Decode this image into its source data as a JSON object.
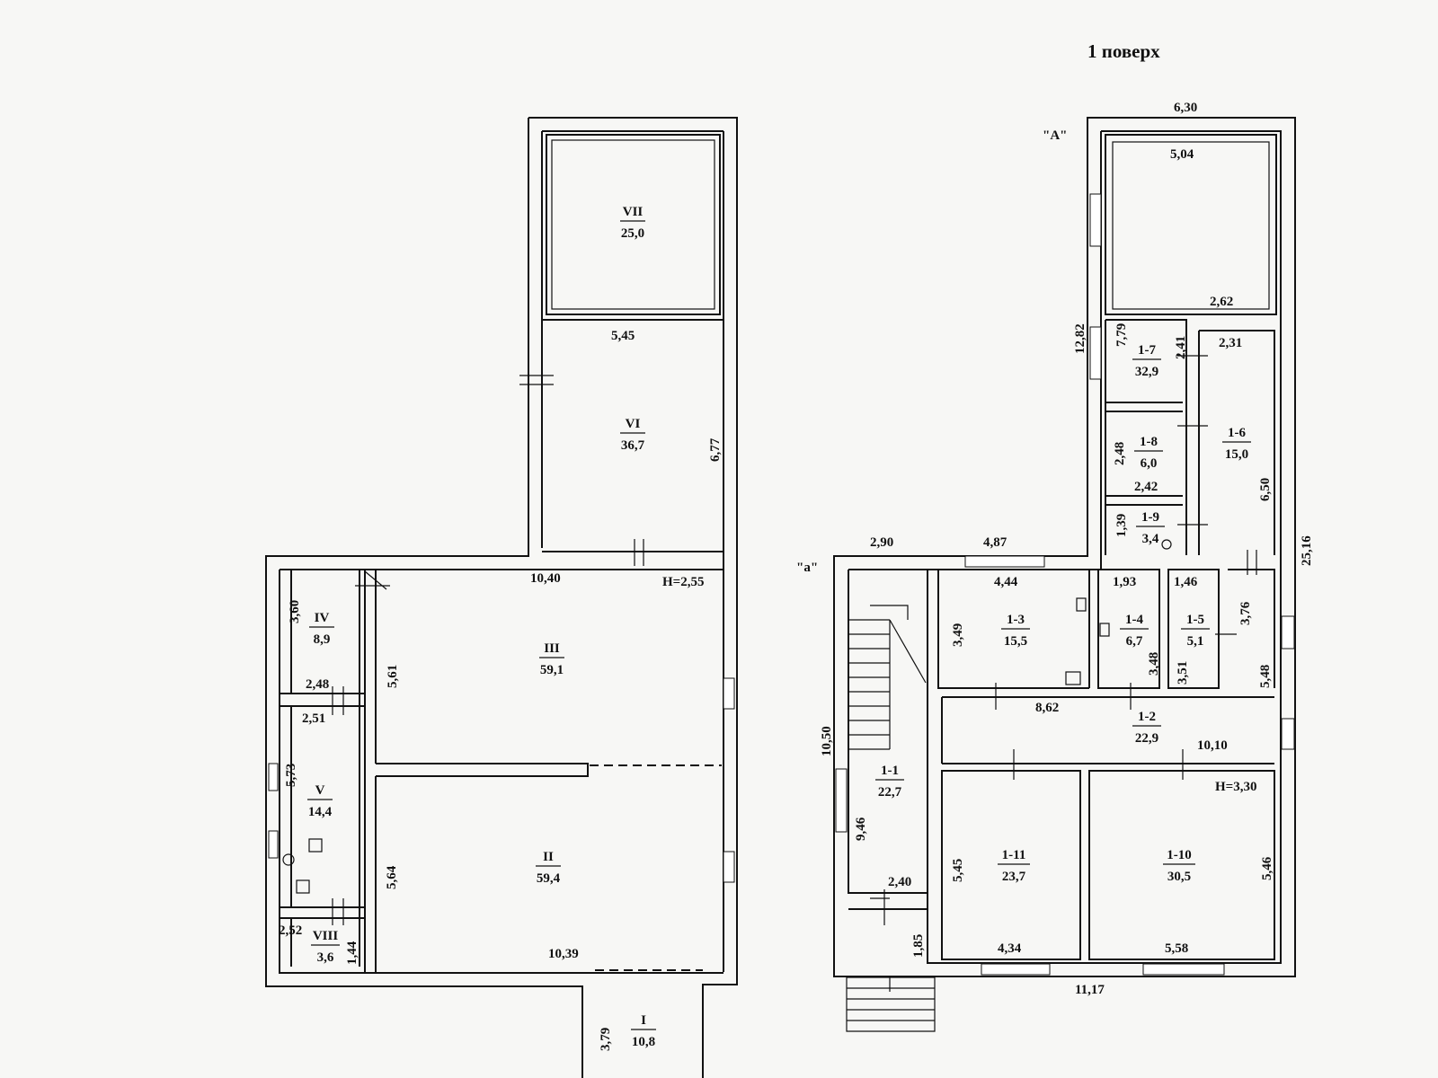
{
  "title": "1 поверх",
  "marks": {
    "A": "\"А\"",
    "a": "\"а\""
  },
  "left_plan": {
    "rooms": [
      {
        "id": "VII",
        "area": "25,0"
      },
      {
        "id": "VI",
        "area": "36,7"
      },
      {
        "id": "III",
        "area": "59,1"
      },
      {
        "id": "II",
        "area": "59,4"
      },
      {
        "id": "IV",
        "area": "8,9"
      },
      {
        "id": "V",
        "area": "14,4"
      },
      {
        "id": "VIII",
        "area": "3,6"
      },
      {
        "id": "I",
        "area": "10,8"
      }
    ],
    "dims": [
      "5,45",
      "6,77",
      "10,40",
      "H=2,55",
      "3,60",
      "2,48",
      "5,61",
      "2,51",
      "5,73",
      "5,64",
      "2,52",
      "1,44",
      "10,39",
      "3,79"
    ]
  },
  "right_plan": {
    "rooms": [
      {
        "id": "1-7",
        "area": "32,9"
      },
      {
        "id": "1-8",
        "area": "6,0"
      },
      {
        "id": "1-6",
        "area": "15,0"
      },
      {
        "id": "1-9",
        "area": "3,4"
      },
      {
        "id": "1-3",
        "area": "15,5"
      },
      {
        "id": "1-4",
        "area": "6,7"
      },
      {
        "id": "1-5",
        "area": "5,1"
      },
      {
        "id": "1-2",
        "area": "22,9"
      },
      {
        "id": "1-1",
        "area": "22,7"
      },
      {
        "id": "1-11",
        "area": "23,7"
      },
      {
        "id": "1-10",
        "area": "30,5"
      }
    ],
    "dims": [
      "6,30",
      "5,04",
      "2,62",
      "12,82",
      "7,79",
      "2,41",
      "2,31",
      "2,48",
      "2,42",
      "6,50",
      "1,39",
      "25,16",
      "2,90",
      "4,87",
      "4,44",
      "1,93",
      "1,46",
      "3,76",
      "3,49",
      "3,48",
      "3,51",
      "5,48",
      "8,62",
      "10,50",
      "10,10",
      "H=3,30",
      "9,46",
      "5,45",
      "5,46",
      "2,40",
      "1,85",
      "4,34",
      "5,58",
      "11,17"
    ]
  }
}
